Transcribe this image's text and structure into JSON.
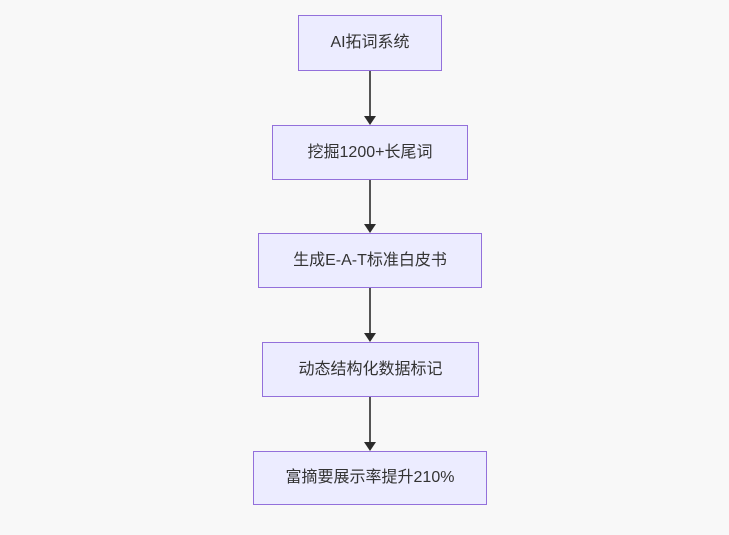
{
  "diagram": {
    "type": "flowchart",
    "direction": "top-down",
    "nodes": [
      {
        "id": "n1",
        "label": "AI拓词系统"
      },
      {
        "id": "n2",
        "label": "挖掘1200+长尾词"
      },
      {
        "id": "n3",
        "label": "生成E-A-T标准白皮书"
      },
      {
        "id": "n4",
        "label": "动态结构化数据标记"
      },
      {
        "id": "n5",
        "label": "富摘要展示率提升210%"
      }
    ],
    "edges": [
      {
        "from": "n1",
        "to": "n2",
        "style": "arrow-down"
      },
      {
        "from": "n2",
        "to": "n3",
        "style": "arrow-down"
      },
      {
        "from": "n3",
        "to": "n4",
        "style": "arrow-down"
      },
      {
        "from": "n4",
        "to": "n5",
        "style": "arrow-down"
      }
    ],
    "colors": {
      "background": "#f8f8f8",
      "node_fill": "#ECECFF",
      "node_border": "#9370DB",
      "text": "#333333",
      "edge_line": "#555555",
      "arrowhead": "#2b2b2b"
    }
  }
}
